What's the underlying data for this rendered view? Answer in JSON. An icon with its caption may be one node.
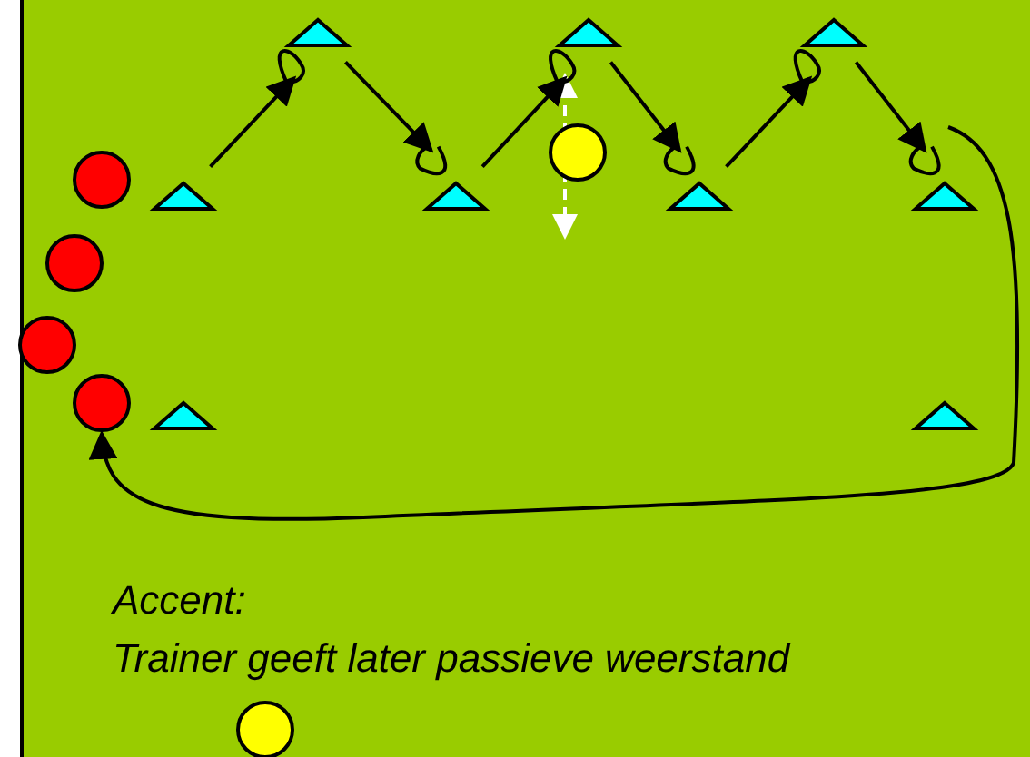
{
  "diagram": {
    "nodes": [
      {
        "text": [],
        "shape": "triangle"
      },
      {
        "text": [],
        "shape": "triangle"
      },
      {
        "text": [],
        "shape": "triangle"
      },
      {
        "text": [],
        "shape": "circle"
      },
      {
        "text": [],
        "shape": "circle"
      },
      {
        "text": [],
        "shape": "triangle"
      },
      {
        "text": [],
        "shape": "triangle"
      },
      {
        "text": [],
        "shape": "triangle"
      },
      {
        "text": [],
        "shape": "triangle"
      },
      {
        "text": [],
        "shape": "circle"
      },
      {
        "text": [],
        "shape": "circle"
      },
      {
        "text": [],
        "shape": "circle"
      },
      {
        "text": [],
        "shape": "triangle"
      },
      {
        "text": [],
        "shape": "triangle"
      },
      {
        "text": [],
        "shape": "circle"
      }
    ],
    "edges": [
      {
        "from": 5,
        "to": 0,
        "arrow": "to"
      },
      {
        "from": 0,
        "to": 6,
        "arrow": "to"
      },
      {
        "from": 6,
        "to": 1,
        "arrow": "to"
      },
      {
        "from": 1,
        "to": 7,
        "arrow": "to"
      },
      {
        "from": 7,
        "to": 2,
        "arrow": "to"
      },
      {
        "from": 2,
        "to": 8,
        "arrow": "to"
      },
      {
        "from": 8,
        "to": 11,
        "arrow": "to"
      }
    ],
    "labels": [
      "Accent:",
      "Trainer geeft later passieve weerstand"
    ]
  }
}
